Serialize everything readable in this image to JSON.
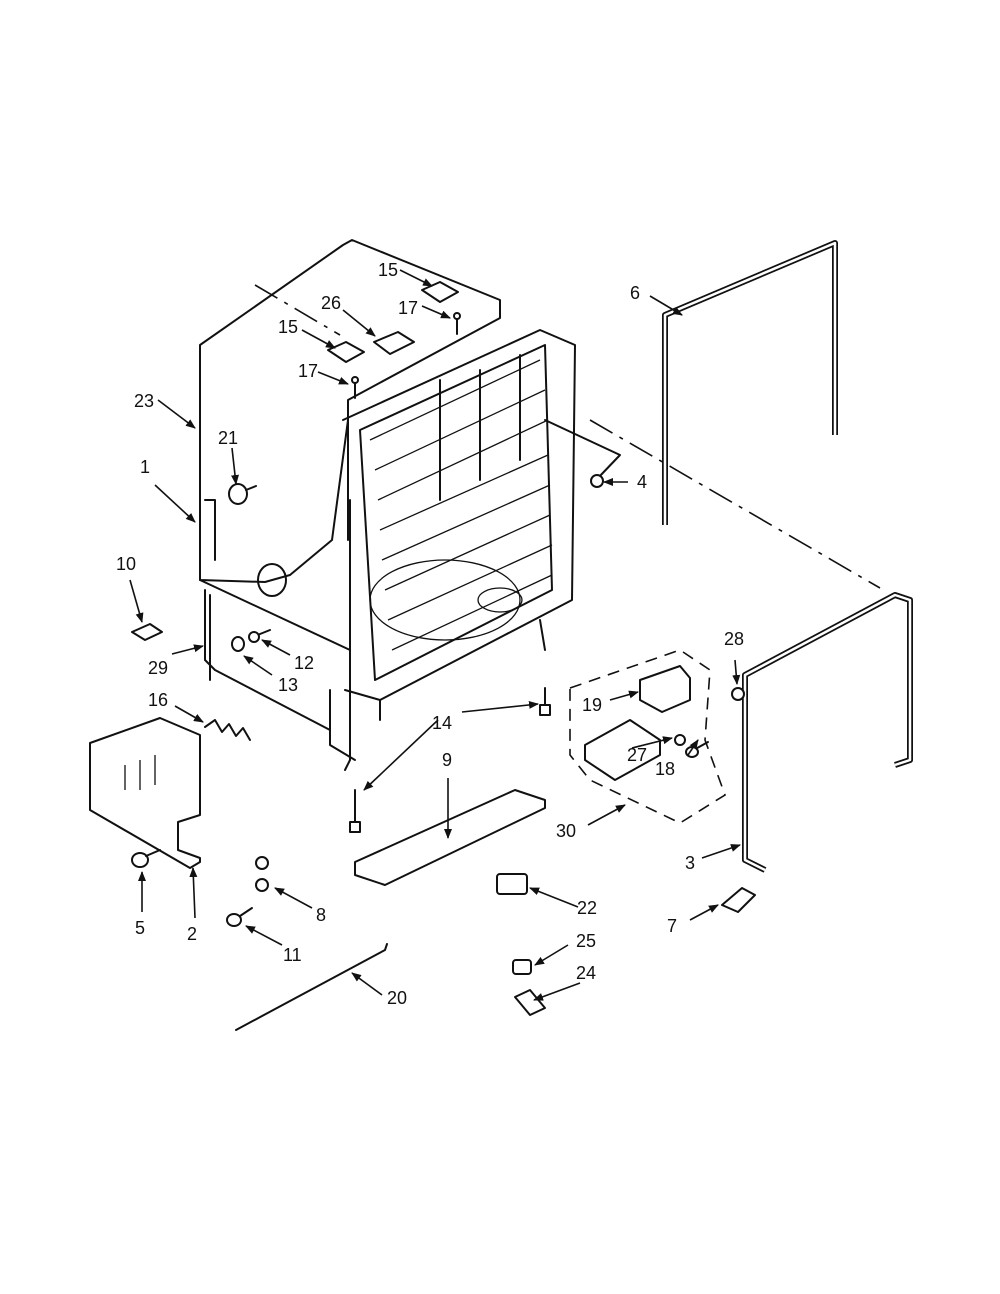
{
  "callouts": [
    {
      "id": "c1",
      "text": "1"
    },
    {
      "id": "c2",
      "text": "2"
    },
    {
      "id": "c3",
      "text": "3"
    },
    {
      "id": "c4",
      "text": "4"
    },
    {
      "id": "c5",
      "text": "5"
    },
    {
      "id": "c6",
      "text": "6"
    },
    {
      "id": "c7",
      "text": "7"
    },
    {
      "id": "c8",
      "text": "8"
    },
    {
      "id": "c9",
      "text": "9"
    },
    {
      "id": "c10",
      "text": "10"
    },
    {
      "id": "c11",
      "text": "11"
    },
    {
      "id": "c12",
      "text": "12"
    },
    {
      "id": "c13",
      "text": "13"
    },
    {
      "id": "c14",
      "text": "14"
    },
    {
      "id": "c15a",
      "text": "15"
    },
    {
      "id": "c15b",
      "text": "15"
    },
    {
      "id": "c16",
      "text": "16"
    },
    {
      "id": "c17a",
      "text": "17"
    },
    {
      "id": "c17b",
      "text": "17"
    },
    {
      "id": "c18",
      "text": "18"
    },
    {
      "id": "c19",
      "text": "19"
    },
    {
      "id": "c20",
      "text": "20"
    },
    {
      "id": "c21",
      "text": "21"
    },
    {
      "id": "c22",
      "text": "22"
    },
    {
      "id": "c23",
      "text": "23"
    },
    {
      "id": "c24",
      "text": "24"
    },
    {
      "id": "c25",
      "text": "25"
    },
    {
      "id": "c26",
      "text": "26"
    },
    {
      "id": "c27",
      "text": "27"
    },
    {
      "id": "c28",
      "text": "28"
    },
    {
      "id": "c29",
      "text": "29"
    },
    {
      "id": "c30",
      "text": "30"
    }
  ]
}
